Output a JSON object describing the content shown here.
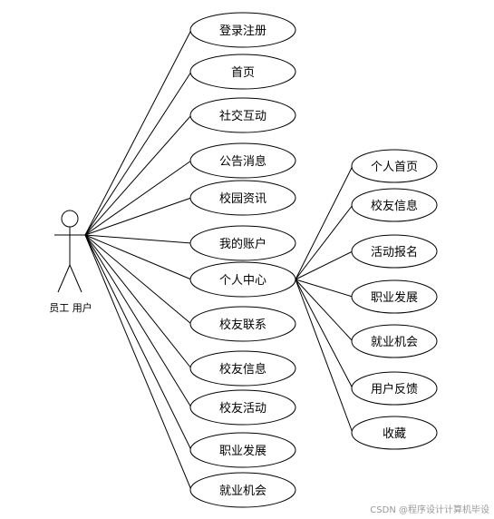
{
  "actor": {
    "label": "员工 用户"
  },
  "main_use_cases": [
    "登录注册",
    "首页",
    "社交互动",
    "公告消息",
    "校园资讯",
    "我的账户",
    "个人中心",
    "校友联系",
    "校友信息",
    "校友活动",
    "职业发展",
    "就业机会"
  ],
  "sub_use_cases": [
    "个人首页",
    "校友信息",
    "活动报名",
    "职业发展",
    "就业机会",
    "用户反馈",
    "收藏"
  ],
  "watermark": "CSDN @程序设计计算机毕设"
}
